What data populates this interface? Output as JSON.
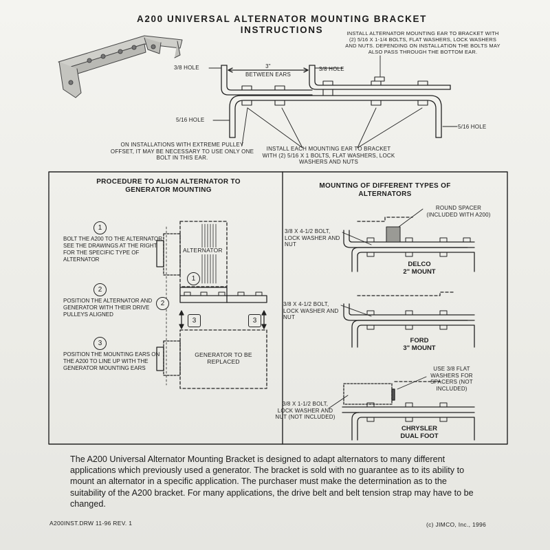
{
  "title": {
    "line1": "A200 UNIVERSAL ALTERNATOR MOUNTING BRACKET",
    "line2": "INSTRUCTIONS"
  },
  "top_diagram": {
    "hole_38_left": "3/8 HOLE",
    "hole_38_right": "3/8 HOLE",
    "dim_3in": "3\"",
    "between_ears": "BETWEEN EARS",
    "hole_516_left": "5/16  HOLE",
    "hole_516_right": "5/16  HOLE",
    "ear_note": "INSTALL ALTERNATOR MOUNTING EAR TO BRACKET WITH (2) 5/16 x 1-1/4 BOLTS, FLAT WASHERS, LOCK WASHERS AND NUTS. DEPENDING ON INSTALLATION THE BOLTS MAY ALSO PASS THROUGH THE BOTTOM EAR.",
    "offset_note": "ON INSTALLATIONS WITH EXTREME PULLEY OFFSET, IT MAY BE NECESSARY TO USE ONLY ONE BOLT IN THIS EAR.",
    "install_note": "INSTALL EACH MOUNTING EAR TO BRACKET WITH (2) 5/16 x 1 BOLTS, FLAT WASHERS, LOCK WASHERS AND NUTS"
  },
  "procedure": {
    "title": "PROCEDURE TO ALIGN ALTERNATOR TO GENERATOR MOUNTING",
    "steps": [
      {
        "num": "1",
        "text": "BOLT THE A200 TO THE ALTERNATOR. SEE THE DRAWINGS AT THE RIGHT FOR THE SPECIFIC TYPE OF ALTERNATOR"
      },
      {
        "num": "2",
        "text": "POSITION THE ALTERNATOR AND GENERATOR WITH THEIR DRIVE PULLEYS ALIGNED"
      },
      {
        "num": "3",
        "text": "POSITION THE MOUNTING EARS ON THE A200 TO LINE UP WITH THE GENERATOR MOUNTING EARS"
      }
    ],
    "alternator_label": "ALTERNATOR",
    "generator_label": "GENERATOR TO BE REPLACED",
    "callout_1": "1",
    "callout_2": "2",
    "callout_3a": "3",
    "callout_3b": "3"
  },
  "mounting": {
    "title": "MOUNTING OF DIFFERENT TYPES OF ALTERNATORS",
    "delco": {
      "name_line1": "DELCO",
      "name_line2": "2\" MOUNT",
      "bolt": "3/8 x 4-1/2 BOLT, LOCK WASHER AND NUT",
      "spacer": "ROUND SPACER (INCLUDED WITH A200)"
    },
    "ford": {
      "name_line1": "FORD",
      "name_line2": "3\" MOUNT",
      "bolt": "3/8 x 4-1/2 BOLT, LOCK WASHER AND NUT"
    },
    "chrysler": {
      "name_line1": "CHRYSLER",
      "name_line2": "DUAL FOOT",
      "bolt": "3/8 x 1-1/2 BOLT, LOCK WASHER AND NUT (NOT INCLUDED)",
      "washers": "USE 3/8 FLAT WASHERS FOR SPACERS (NOT INCLUDED)"
    }
  },
  "description": "The A200 Universal Alternator Mounting Bracket is designed to adapt alternators to many different applications which previously used a generator. The bracket is sold with no guarantee as to its ability to mount an alternator in a specific application. The purchaser must make the determination as to the suitability of the A200 bracket. For many applications, the drive belt and belt tension strap may have to be changed.",
  "footer": {
    "drawing_id": "A200INST.DRW  11-96  REV. 1",
    "copyright": "(c) JIMCO, Inc., 1996"
  }
}
